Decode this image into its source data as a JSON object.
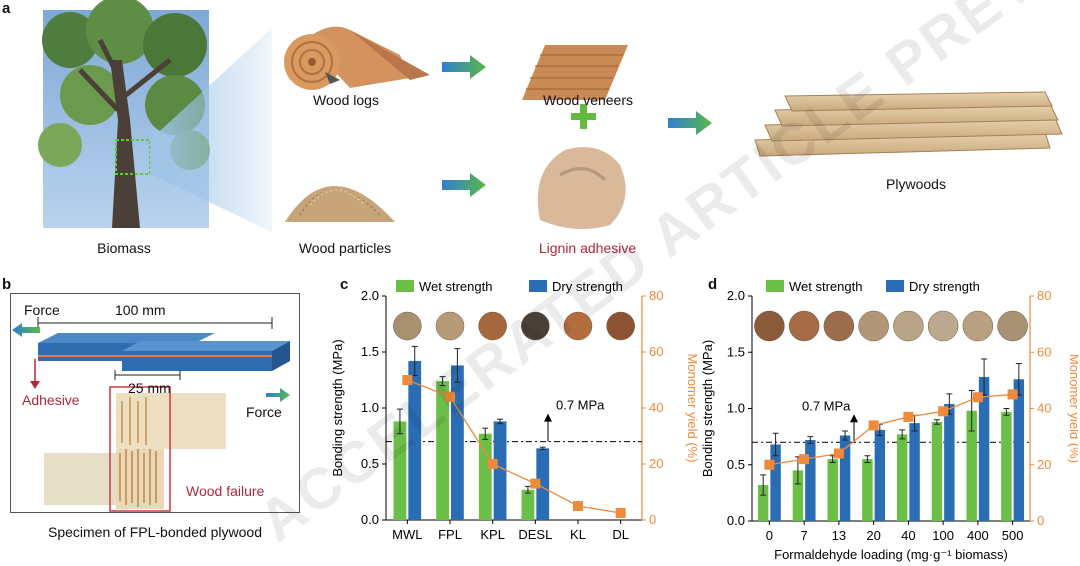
{
  "watermark": "ACCELERATED ARTICLE PREVIEW",
  "panel_a": {
    "label": "a",
    "captions": {
      "biomass": "Biomass",
      "wood_logs": "Wood logs",
      "wood_veneers": "Wood veneers",
      "wood_particles": "Wood particles",
      "lignin_adhesive": "Lignin adhesive",
      "plywoods": "Plywoods"
    }
  },
  "panel_b": {
    "label": "b",
    "force_left": "Force",
    "force_right": "Force",
    "length_100": "100 mm",
    "length_25": "25 mm",
    "adhesive": "Adhesive",
    "wood_failure": "Wood failure",
    "caption": "Specimen of FPL-bonded plywood"
  },
  "chart_data": [
    {
      "panel": "c",
      "type": "bar",
      "categories": [
        "MWL",
        "FPL",
        "KPL",
        "DESL",
        "KL",
        "DL"
      ],
      "series": [
        {
          "name": "Wet strength",
          "values": [
            0.88,
            1.24,
            0.77,
            0.27,
            null,
            null
          ],
          "errors": [
            0.11,
            0.04,
            0.05,
            0.03,
            null,
            null
          ],
          "color": "#6cbf46"
        },
        {
          "name": "Dry strength",
          "values": [
            1.42,
            1.38,
            0.88,
            0.64,
            null,
            null
          ],
          "errors": [
            0.13,
            0.15,
            0.02,
            0.01,
            null,
            null
          ],
          "color": "#2a6db5"
        },
        {
          "name": "Monomer yield",
          "axis": "right",
          "type": "line",
          "values": [
            50,
            44,
            20,
            13,
            5,
            2.5
          ],
          "color": "#ee8a3c"
        }
      ],
      "ylabel": "Bonding strength (MPa)",
      "ylabel_right": "Monomer yield (%)",
      "ylim": [
        0,
        2.0
      ],
      "yticks": [
        "0.0",
        "0.5",
        "1.0",
        "1.5",
        "2.0"
      ],
      "ylim_right": [
        0,
        80
      ],
      "yticks_right": [
        "0",
        "20",
        "40",
        "60",
        "80"
      ],
      "threshold": 0.7,
      "threshold_label": "0.7 MPa",
      "legend_position": "top"
    },
    {
      "panel": "d",
      "type": "bar",
      "categories": [
        "0",
        "7",
        "13",
        "20",
        "40",
        "100",
        "400",
        "500"
      ],
      "series": [
        {
          "name": "Wet strength",
          "values": [
            0.32,
            0.45,
            0.55,
            0.55,
            0.77,
            0.88,
            0.98,
            0.97
          ],
          "errors": [
            0.09,
            0.12,
            0.03,
            0.03,
            0.04,
            0.02,
            0.18,
            0.03
          ],
          "color": "#6cbf46"
        },
        {
          "name": "Dry strength",
          "values": [
            0.68,
            0.72,
            0.76,
            0.81,
            0.87,
            1.04,
            1.28,
            1.26
          ],
          "errors": [
            0.1,
            0.03,
            0.04,
            0.05,
            0.07,
            0.09,
            0.16,
            0.14
          ],
          "color": "#2a6db5"
        },
        {
          "name": "Monomer yield",
          "axis": "right",
          "type": "line",
          "values": [
            20,
            22,
            24,
            34,
            37,
            39,
            44,
            45
          ],
          "color": "#ee8a3c"
        }
      ],
      "xlabel": "Formaldehyde loading (mg·g⁻¹ biomass)",
      "ylabel": "Bonding strength (MPa)",
      "ylabel_right": "Monomer yield (%)",
      "ylim": [
        0,
        2.0
      ],
      "yticks": [
        "0.0",
        "0.5",
        "1.0",
        "1.5",
        "2.0"
      ],
      "ylim_right": [
        0,
        80
      ],
      "yticks_right": [
        "0",
        "20",
        "40",
        "60",
        "80"
      ],
      "threshold": 0.7,
      "threshold_label": "0.7 MPa",
      "legend_position": "top"
    }
  ]
}
